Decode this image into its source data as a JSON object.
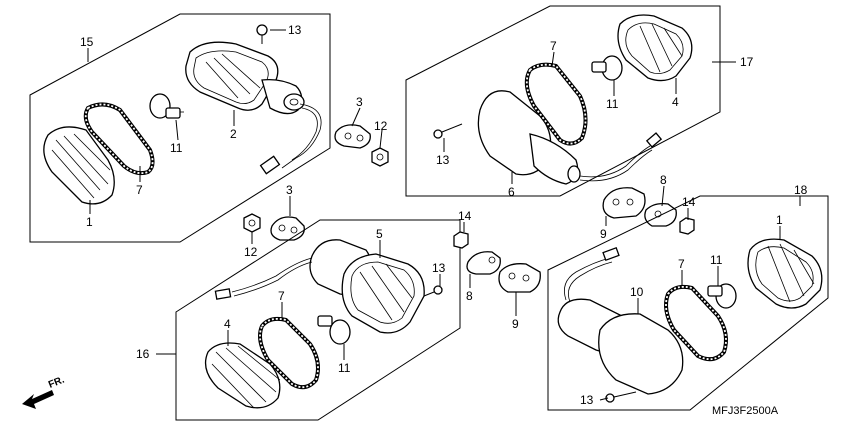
{
  "diagram": {
    "code": "MFJ3F2500A",
    "direction_label": "FR.",
    "callouts": {
      "tl_15": "15",
      "tl_13": "13",
      "tl_2": "2",
      "tl_11": "11",
      "tl_7": "7",
      "tl_1": "1",
      "m_3": "3",
      "m_12": "12",
      "tr_7": "7",
      "tr_17": "17",
      "tr_11": "11",
      "tr_4": "4",
      "tr_13": "13",
      "tr_6": "6",
      "mr_8": "8",
      "mr_14": "14",
      "mr_9": "9",
      "ml_3": "3",
      "ml_12": "12",
      "bl_5": "5",
      "bl_13": "13",
      "bl_7": "7",
      "bl_4": "4",
      "bl_16": "16",
      "bl_11": "11",
      "c_14": "14",
      "c_8": "8",
      "c_9": "9",
      "br_18": "18",
      "br_1": "1",
      "br_7": "7",
      "br_11": "11",
      "br_10": "10",
      "br_13": "13"
    }
  }
}
